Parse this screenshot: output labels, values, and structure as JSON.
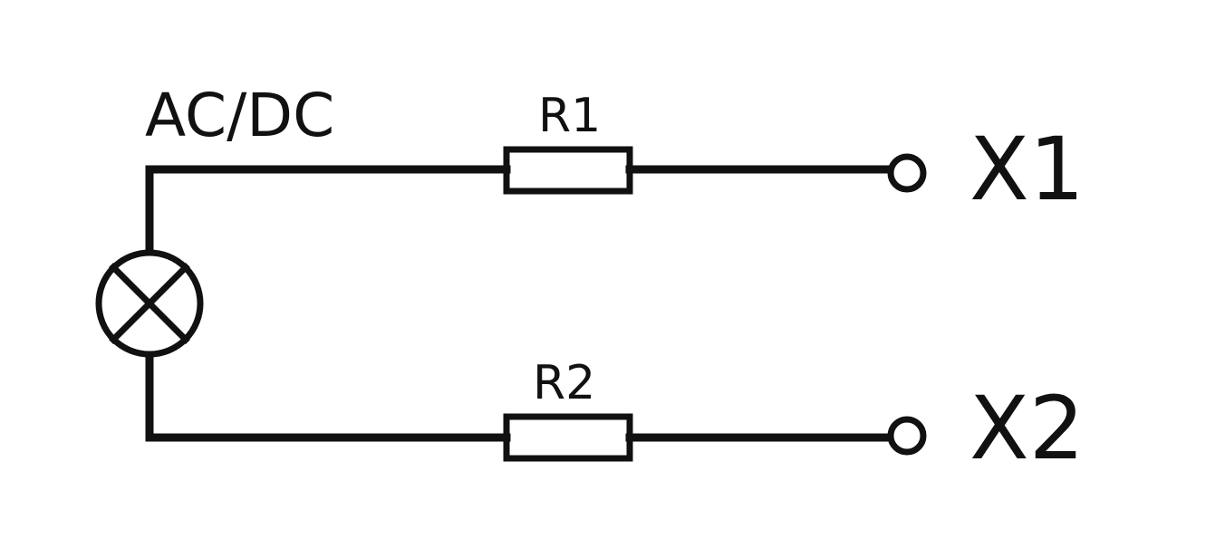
{
  "labels": {
    "source": "AC/DC",
    "r1": "R1",
    "r2": "R2",
    "x1": "X1",
    "x2": "X2"
  },
  "colors": {
    "stroke": "#111111",
    "background": "#ffffff"
  }
}
